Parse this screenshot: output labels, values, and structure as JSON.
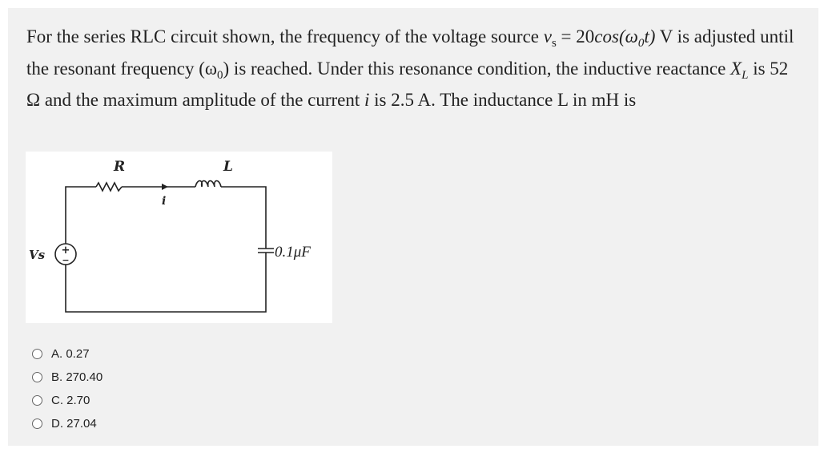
{
  "question": {
    "text_1": "For the series RLC circuit shown, the frequency of the voltage source ",
    "vs_symbol": "v",
    "vs_sub": "s",
    "text_2": " = 20",
    "cos_expr": "cos(ω",
    "cos_sub": "0",
    "cos_end": "t)",
    "text_3": " V is adjusted until the resonant frequency (ω",
    "omega_sub": "0",
    "text_4": ") is reached. Under this resonance condition, the inductive reactance ",
    "xl_symbol": "X",
    "xl_sub": "L",
    "text_5": " is 52 Ω and the maximum amplitude of the current ",
    "i_symbol": "i",
    "text_6": " is 2.5 A. The inductance L in mH is"
  },
  "circuit": {
    "resistor_label": "R",
    "inductor_label": "L",
    "current_label": "i",
    "source_label": "Vs",
    "source_plus": "+",
    "source_minus": "−",
    "capacitor_label": "0.1μF"
  },
  "options": [
    {
      "label": "A. 0.27"
    },
    {
      "label": "B. 270.40"
    },
    {
      "label": "C. 2.70"
    },
    {
      "label": "D. 27.04"
    }
  ]
}
